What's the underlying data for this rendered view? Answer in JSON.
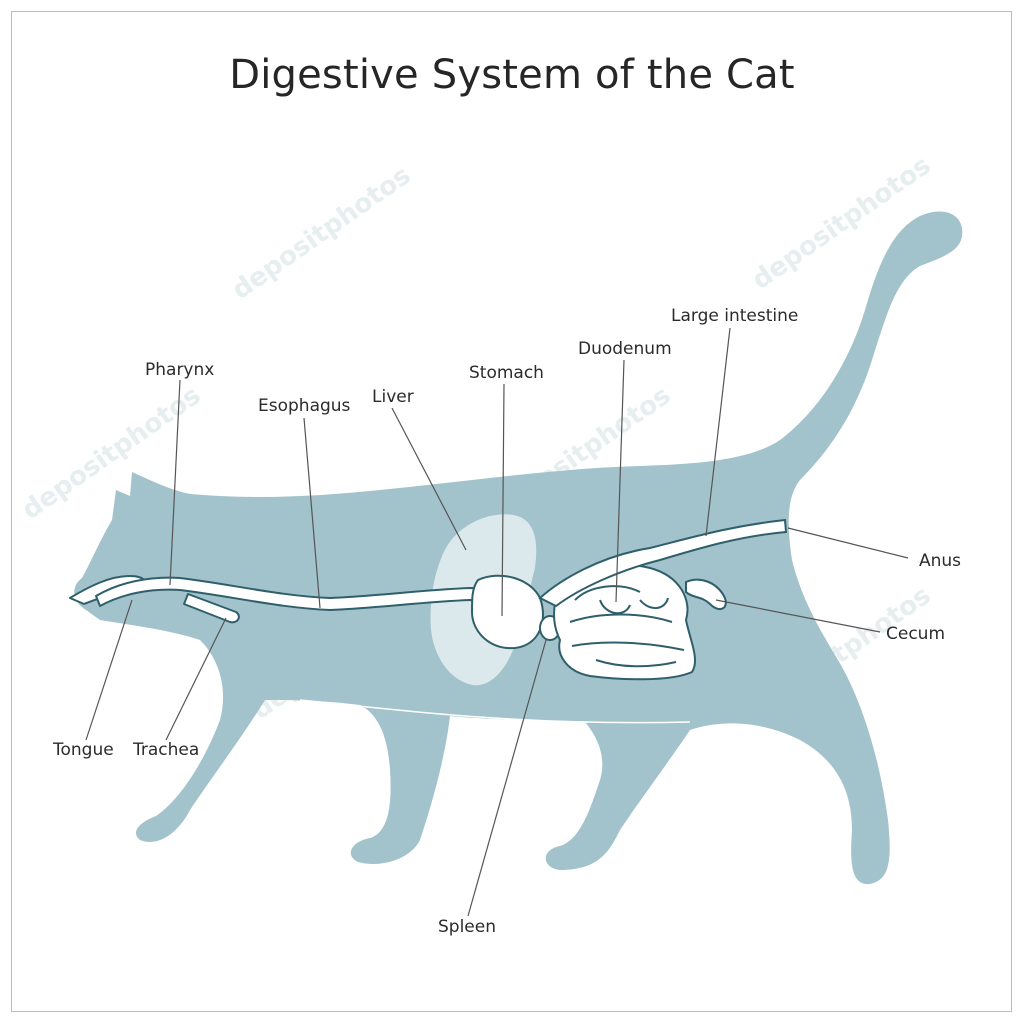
{
  "title": "Digestive System of the Cat",
  "watermark": "depositphotos",
  "colors": {
    "body": "#a2c3cb",
    "organ_fill": "#ffffff",
    "organ_stroke": "#2f5f6b",
    "liver": "#dbe9ec",
    "leader": "#555555",
    "frame": "#a9c4cc"
  },
  "labels": {
    "pharynx": "Pharynx",
    "esophagus": "Esophagus",
    "liver": "Liver",
    "stomach": "Stomach",
    "duodenum": "Duodenum",
    "large_intestine": "Large intestine",
    "anus": "Anus",
    "cecum": "Cecum",
    "tongue": "Tongue",
    "trachea": "Trachea",
    "spleen": "Spleen"
  }
}
